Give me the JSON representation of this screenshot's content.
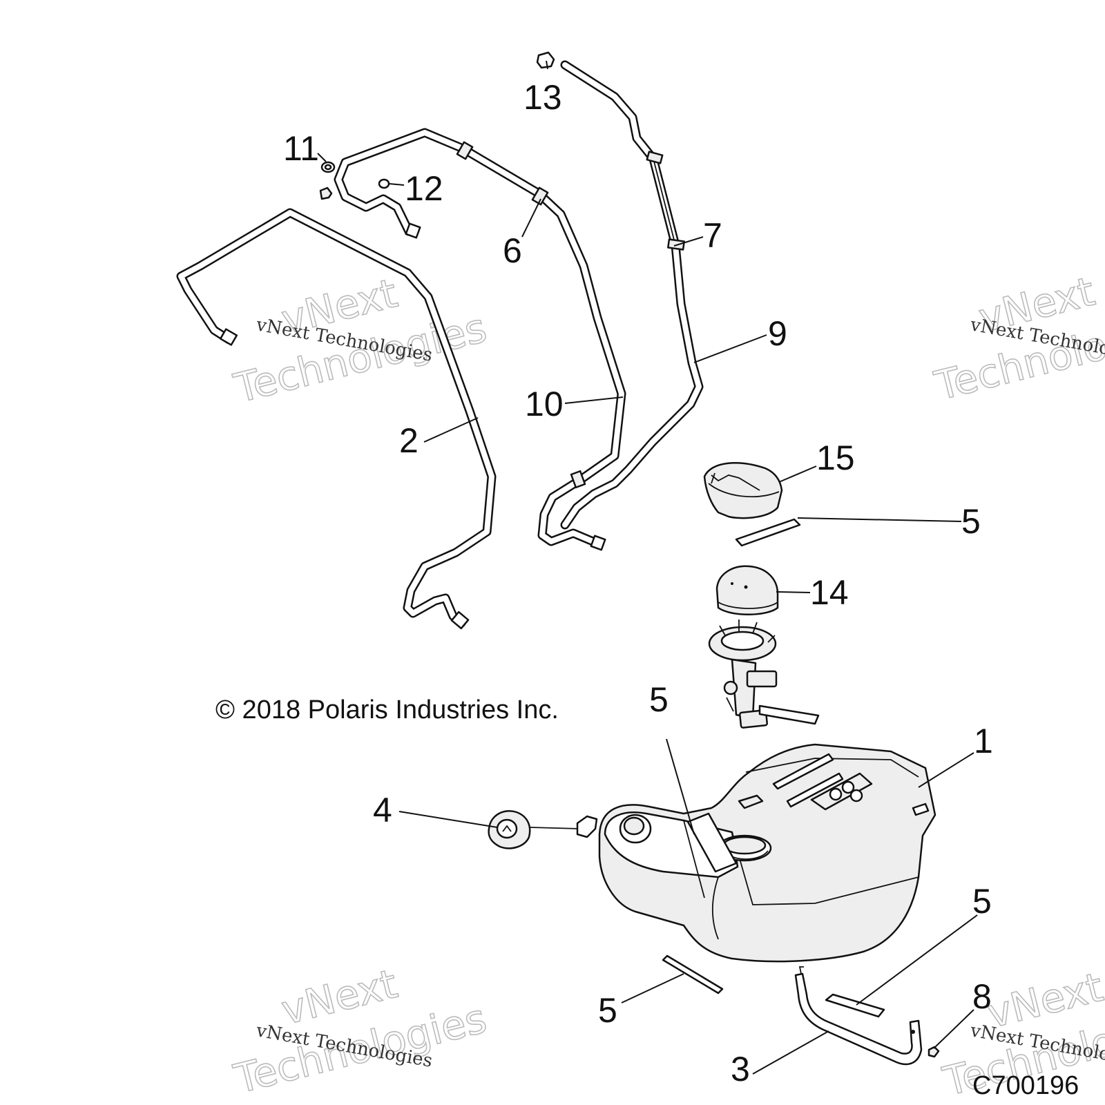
{
  "callouts": {
    "c1": "1",
    "c2": "2",
    "c3": "3",
    "c4": "4",
    "c5a": "5",
    "c5b": "5",
    "c5c": "5",
    "c5d": "5",
    "c6": "6",
    "c7": "7",
    "c8": "8",
    "c9": "9",
    "c10": "10",
    "c11": "11",
    "c12": "12",
    "c13": "13",
    "c14": "14",
    "c15": "15"
  },
  "copyright": "© 2018 Polaris Industries Inc.",
  "diagram_code": "C700196",
  "watermark": {
    "small": "vNext Technologies",
    "line1": "vNext",
    "line2": "Technologies"
  }
}
